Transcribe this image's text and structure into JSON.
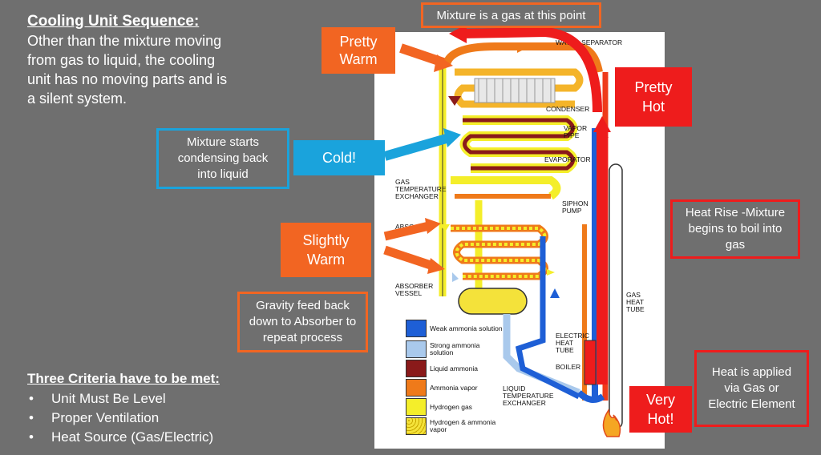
{
  "intro": {
    "heading": "Cooling Unit Sequence:",
    "lines": [
      "Other than the mixture moving",
      "from gas to liquid, the cooling",
      "unit has no moving parts and is",
      "a silent system."
    ]
  },
  "criteria": {
    "heading": "Three Criteria have to be met:",
    "items": [
      "Unit Must Be Level",
      "Proper Ventilation",
      "Heat Source (Gas/Electric)"
    ]
  },
  "callouts": {
    "gas_point": "Mixture is a gas at this point",
    "pretty_warm": "Pretty Warm",
    "pretty_hot": "Pretty Hot",
    "condensing": "Mixture starts condensing back into liquid",
    "cold": "Cold!",
    "slightly_warm": "Slightly Warm",
    "heat_rise": "Heat Rise -Mixture begins to boil into gas",
    "gravity": "Gravity feed back down to Absorber to repeat process",
    "heat_applied": "Heat is applied via Gas or Electric Element",
    "very_hot": "Very Hot!"
  },
  "diagram_labels": {
    "water_separator": "WATER SEPARATOR",
    "condenser": "CONDENSER",
    "vapor_pipe": "VAPOR PIPE",
    "evaporator": "EVAPORATOR",
    "gas_temp_exchanger": "GAS TEMPERATURE EXCHANGER",
    "siphon_pump": "SIPHON PUMP",
    "absorber": "ABSO",
    "absorber_vessel": "ABSORBER VESSEL",
    "gas_heat_tube": "GAS HEAT TUBE",
    "electric_heat_tube": "ELECTRIC HEAT TUBE",
    "boiler": "BOILER",
    "liquid_temp_exchanger": "LIQUID TEMPERATURE EXCHANGER"
  },
  "legend": [
    {
      "label": "Weak ammonia solution",
      "color": "#1e5fd6"
    },
    {
      "label": "Strong ammonia solution",
      "color": "#a9c9ec"
    },
    {
      "label": "Liquid ammonia",
      "color": "#8a1a1a"
    },
    {
      "label": "Ammonia vapor",
      "color": "#ef7a1a"
    },
    {
      "label": "Hydrogen gas",
      "color": "#f4ee2a"
    },
    {
      "label": "Hydrogen & ammonia vapor",
      "color": "#f4e23a"
    }
  ],
  "colors": {
    "orange": "#f26522",
    "red": "#ee1c1c",
    "blue": "#1aa3dc",
    "background": "#6f6f6f"
  }
}
